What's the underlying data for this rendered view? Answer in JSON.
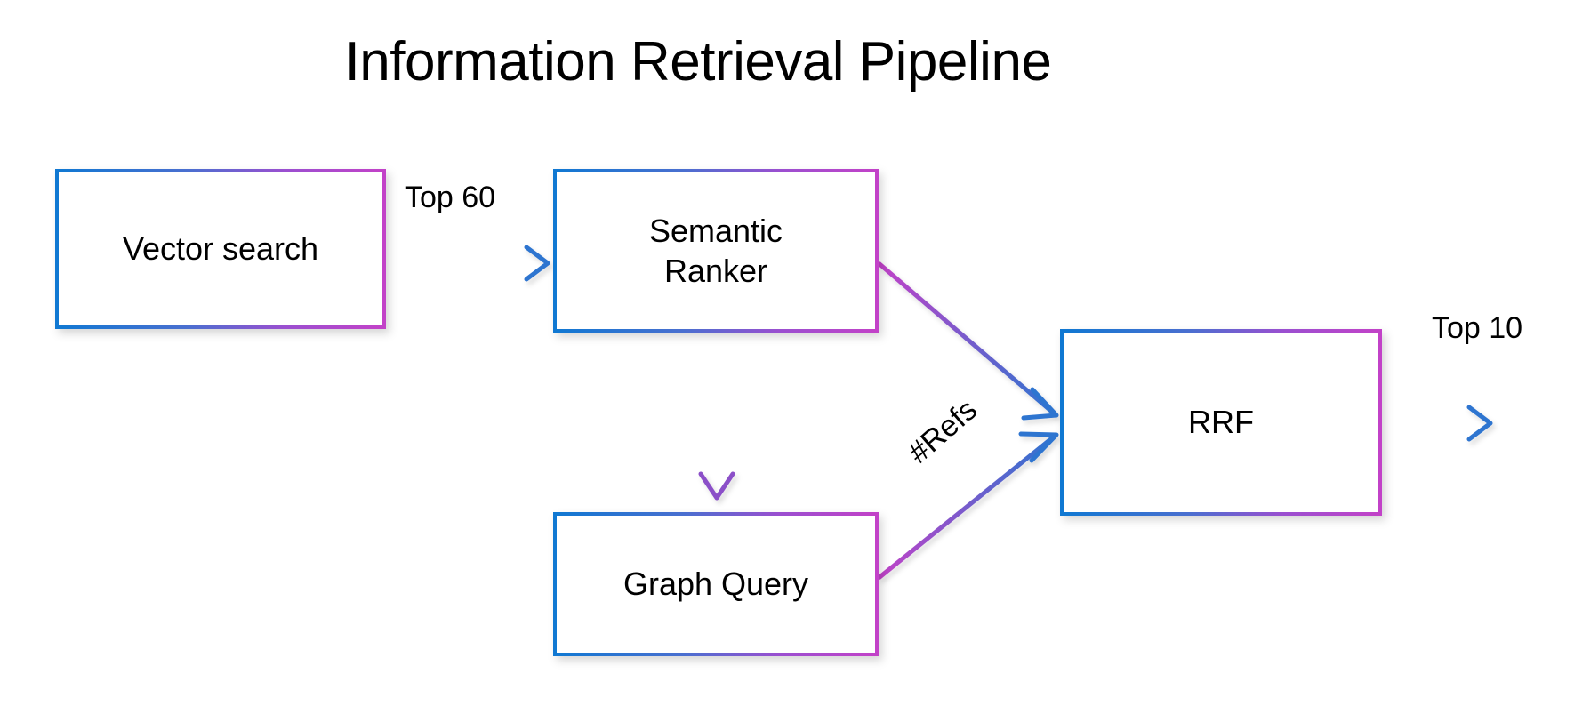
{
  "title": "Information Retrieval Pipeline",
  "colors": {
    "gradient_start": "#1078D2",
    "gradient_end": "#C242C8",
    "arrow_start": "#C242C8",
    "arrow_end": "#2E74D0",
    "background": "#FFFFFF",
    "text": "#000000"
  },
  "nodes": [
    {
      "id": "vector-search",
      "label": "Vector search"
    },
    {
      "id": "semantic-ranker",
      "label": "Semantic\nRanker",
      "line1": "Semantic",
      "line2": "Ranker"
    },
    {
      "id": "graph-query",
      "label": "Graph Query"
    },
    {
      "id": "rrf",
      "label": "RRF"
    }
  ],
  "edges": [
    {
      "id": "vector-to-ranker",
      "from": "vector-search",
      "to": "semantic-ranker",
      "label": "Top 60"
    },
    {
      "id": "ranker-to-rrf",
      "from": "semantic-ranker",
      "to": "rrf",
      "label": ""
    },
    {
      "id": "ranker-to-graph",
      "from": "semantic-ranker",
      "to": "graph-query",
      "label": ""
    },
    {
      "id": "graph-to-rrf",
      "from": "graph-query",
      "to": "rrf",
      "label": "#Refs"
    },
    {
      "id": "rrf-output",
      "from": "rrf",
      "to": "",
      "label": "Top 10"
    }
  ],
  "labels": {
    "top60": "Top 60",
    "refs": "#Refs",
    "top10": "Top 10"
  }
}
